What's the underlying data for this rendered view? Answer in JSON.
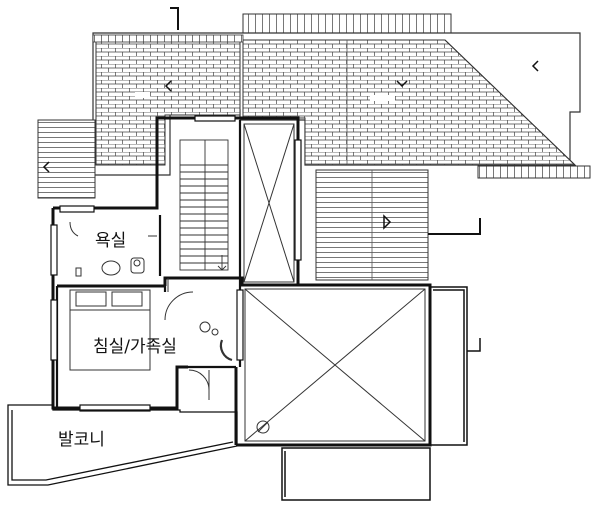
{
  "labels": {
    "bathroom": "욕실",
    "bedroom": "침실/가족실",
    "balcony": "발코니"
  },
  "colors": {
    "wall": "#111111",
    "line": "#333333",
    "background": "#ffffff"
  }
}
